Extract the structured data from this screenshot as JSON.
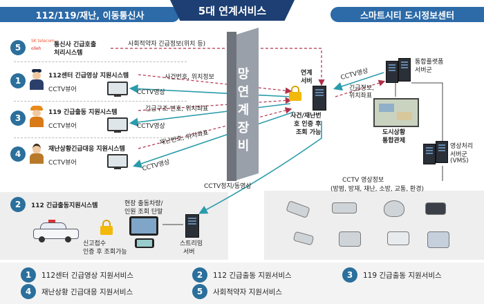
{
  "headers": {
    "left": "112/119/재난, 이동통신사",
    "center": "5대 연계서비스",
    "right": "스마트시티 도시정보센터"
  },
  "left_rows": [
    {
      "num": "5",
      "brand1": "SK telecom",
      "brand2": "olleh",
      "title1": "통신사 긴급호출",
      "title2": "처리시스템"
    },
    {
      "num": "1",
      "title": "112센터 긴급영상 지원시스템",
      "sub": "CCTV뷰어"
    },
    {
      "num": "3",
      "title": "119 긴급출동 지원시스템",
      "sub": "CCTV뷰어"
    },
    {
      "num": "4",
      "title": "재난상황긴급대응 지원시스템",
      "sub": "CCTV뷰어"
    }
  ],
  "network": {
    "label_chars": [
      "망",
      "연",
      "계",
      "장",
      "비"
    ]
  },
  "arrow_labels": {
    "social_info": "사회적약자 긴급정보(위치 등)",
    "incident_pos": "사건번호, 위치정보",
    "cctv1": "CCTV영상",
    "rescue_pos": "긴급구조 번호, 위치좌표",
    "cctv2": "CCTV영상",
    "disaster_pos": "재난번호, 위치좌표",
    "cctv3": "CCTV영상",
    "cctv4": "CCTV영상",
    "status_pos1": "긴급정보,",
    "status_pos2": "위치좌표",
    "cctv_stop": "CCTV정지/동영상"
  },
  "center_server": {
    "title1": "연계",
    "title2": "서버",
    "desc1": "사건/재난번",
    "desc2": "호 인증 후",
    "desc3": "조회 가능"
  },
  "right_side": {
    "platform1": "통합플랫폼",
    "platform2": "서버군",
    "control1": "도시상황",
    "control2": "통합관제",
    "vms1": "영상처리",
    "vms2": "서버군",
    "vms3": "(VMS)",
    "cctv_info1": "CCTV 영상정보",
    "cctv_info2": "(방범, 방재, 재난, 소방, 교통, 환경)"
  },
  "bottom_left": {
    "num": "2",
    "title": "112 긴급출동지원시스템",
    "field1": "현장 출동차량/",
    "field2": "인원 조회 단말",
    "auth1": "신고접수",
    "auth2": "인증 후 조회가능",
    "stream1": "스트리밍",
    "stream2": "서버"
  },
  "legend": [
    {
      "num": "1",
      "label": "112센터 긴급영상 지원서비스"
    },
    {
      "num": "2",
      "label": "112 긴급출동 지원서비스"
    },
    {
      "num": "3",
      "label": "119 긴급출동 지원서비스"
    },
    {
      "num": "4",
      "label": "재난상황 긴급대응 지원서비스"
    },
    {
      "num": "5",
      "label": "사회적약자 지원서비스"
    }
  ],
  "colors": {
    "header": "#2c6aa8",
    "header_center": "#1d3f73",
    "circle": "#2b6f9c",
    "arrow_teal": "#2a9bab",
    "arrow_red": "#b0304a",
    "network": "#8a8f99"
  }
}
